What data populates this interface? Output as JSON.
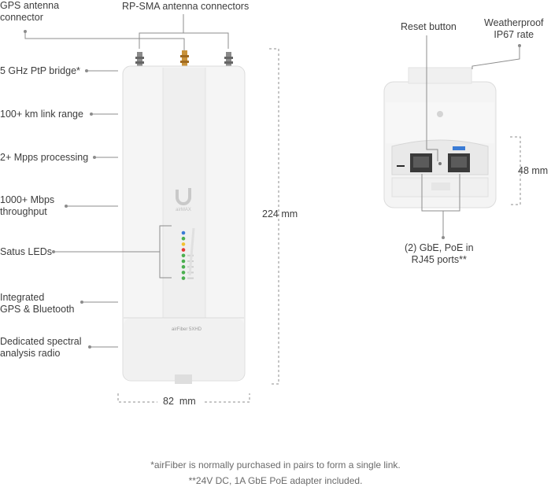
{
  "callouts": {
    "gps_connector": "GPS antenna\nconnector",
    "rpsma_connectors": "RP-SMA antenna connectors",
    "ptp_bridge": "5 GHz PtP bridge*",
    "link_range": "100+ km link range",
    "mpps": "2+ Mpps processing",
    "throughput": "1000+ Mbps\nthroughput",
    "status_leds": "Satus LEDs",
    "gps_bluetooth": "Integrated\nGPS & Bluetooth",
    "spectral_radio": "Dedicated spectral\nanalysis radio",
    "reset_button": "Reset button",
    "weatherproof": "Weatherproof\nIP67 rate",
    "ports": "(2) GbE, PoE in\nRJ45 ports**"
  },
  "dimensions": {
    "height": "224 mm",
    "width": "82  mm",
    "depth": "48 mm"
  },
  "device": {
    "model_label": "airFiber 5XHD"
  },
  "footnotes": {
    "note1": "*airFiber is normally purchased in pairs to form a single link.",
    "note2": "**24V DC, 1A GbE PoE adapter included."
  },
  "colors": {
    "led_colors": [
      "#3a7bd5",
      "#4caf50",
      "#f2c230",
      "#e53935",
      "#4caf50",
      "#4caf50",
      "#4caf50",
      "#4caf50",
      "#4caf50"
    ],
    "connector_gold": "#c8923a",
    "device_body": "#f4f4f4"
  }
}
